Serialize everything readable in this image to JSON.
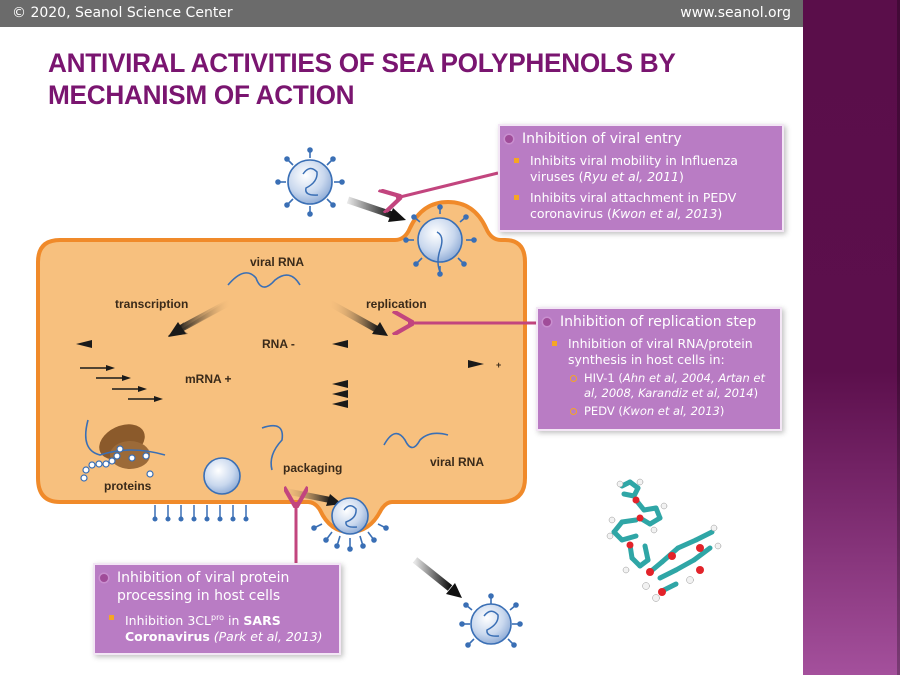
{
  "header": {
    "copyright": "© 2020, Seanol Science Center",
    "website": "www.seanol.org"
  },
  "title": {
    "line1": "ANTIVIRAL ACTIVITIES OF SEA POLYPHENOLS BY",
    "line2": "MECHANISM OF ACTION"
  },
  "diagram": {
    "labels": {
      "viral_rna_top": "viral RNA",
      "transcription": "transcription",
      "replication": "replication",
      "rna_minus": "RNA -",
      "mrna_plus": "mRNA +",
      "plus": "+",
      "proteins": "proteins",
      "packaging": "packaging",
      "viral_rna_bottom": "viral RNA"
    },
    "colors": {
      "cell_fill": "#f7c07e",
      "cell_border": "#f08a2a",
      "virus_blue": "#3a6fb5",
      "callout_arrow": "#c2457e"
    }
  },
  "callouts": {
    "entry": {
      "heading": "Inhibition of viral entry",
      "items": [
        {
          "text": "Inhibits viral mobility in Influenza viruses (",
          "cite": "Ryu et al, 2011",
          "end": ")"
        },
        {
          "text": "Inhibits viral attachment in PEDV coronavirus (",
          "cite": "Kwon et al, 2013",
          "end": ")"
        }
      ]
    },
    "replication": {
      "heading": "Inhibition of replication step",
      "item": "Inhibition of viral RNA/protein synthesis in host cells in:",
      "subitems": [
        {
          "text": "HIV-1 (",
          "cite": "Ahn et al, 2004, Artan et al, 2008, Karandiz et al, 2014",
          "end": ")"
        },
        {
          "text": "PEDV (",
          "cite": "Kwon et al, 2013",
          "end": ")"
        }
      ]
    },
    "protein": {
      "heading": "Inhibition of viral protein processing in host cells",
      "item_pre": "Inhibition 3CL",
      "item_sup": "pro",
      "item_mid": " in ",
      "item_bold": "SARS Coronavirus",
      "item_cite": " (Park et al, 2013)"
    }
  },
  "colors": {
    "title": "#7a1570",
    "callout_bg": "#b97cc4",
    "sidebar": "#5c0f4c",
    "bullet_square": "#f5a623"
  }
}
